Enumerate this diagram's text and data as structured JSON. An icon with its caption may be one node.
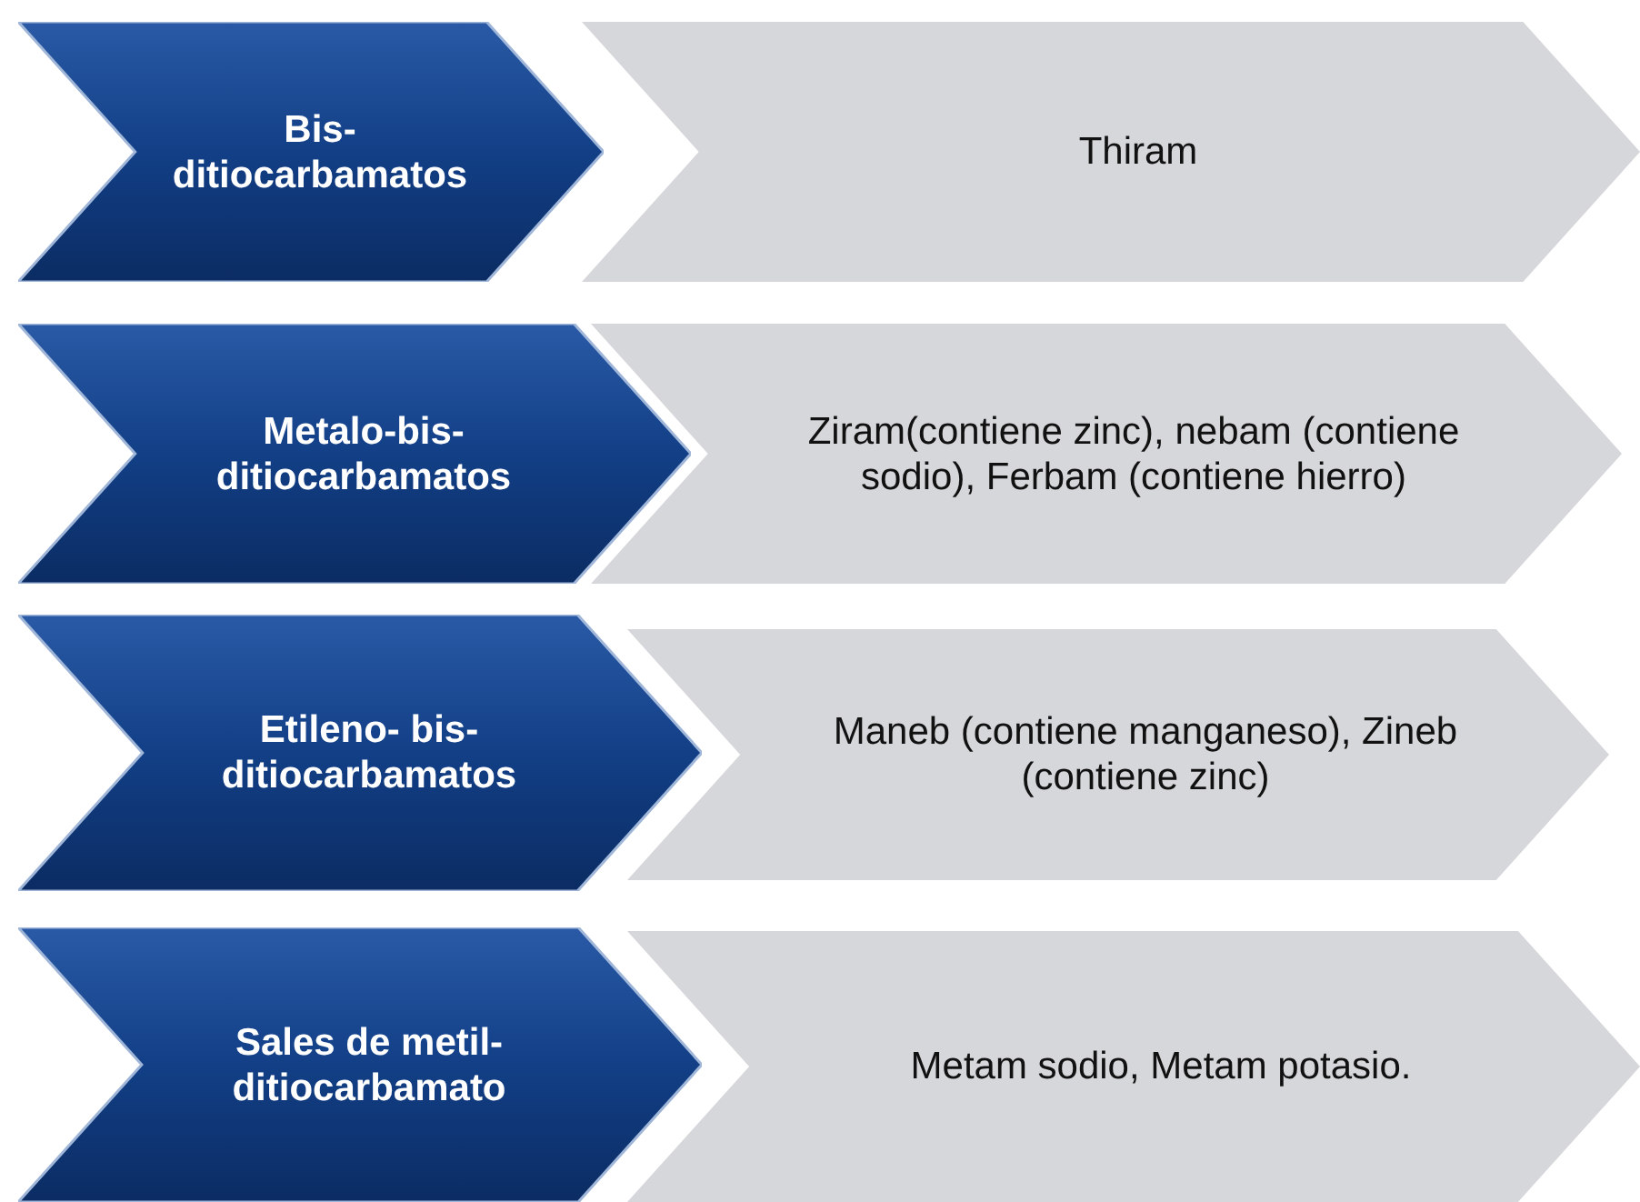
{
  "diagram": {
    "nodes": [
      {
        "text": [
          "Bis- ditiocarbamatos"
        ]
      },
      {
        "text": [
          "Thiram"
        ]
      },
      {
        "text": [
          "Metalo-bis- ditiocarbamatos"
        ]
      },
      {
        "text": [
          "Ziram(contiene zinc), nebam (contiene sodio), Ferbam (contiene hierro)"
        ]
      },
      {
        "text": [
          "Etileno- bis- ditiocarbamatos"
        ]
      },
      {
        "text": [
          "Maneb (contiene manganeso), Zineb (contiene zinc)"
        ]
      },
      {
        "text": [
          "Sales de metil- ditiocarbamato"
        ]
      },
      {
        "text": [
          "Metam sodio, Metam potasio."
        ]
      }
    ]
  }
}
